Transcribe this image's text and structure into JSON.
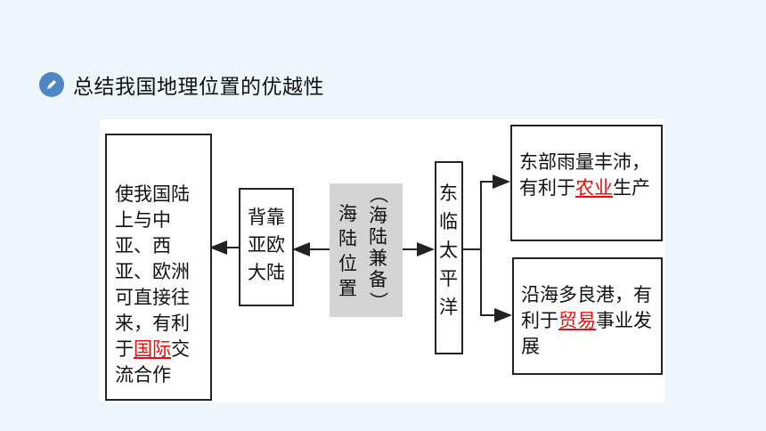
{
  "slide": {
    "title": "总结我国地理位置的优越性",
    "icon": "pencil-icon"
  },
  "diagram": {
    "left_box": {
      "text_before": "使我国陆上与中亚、西亚、欧洲可直接往来，有利于",
      "highlight": "国际",
      "text_after": "交流合作"
    },
    "back_box": [
      "背靠",
      "亚欧",
      "大陆"
    ],
    "center_box": {
      "col1": [
        "海",
        "陆",
        "位",
        "置"
      ],
      "col2": [
        "（",
        "海",
        "陆",
        "兼",
        "备",
        "）"
      ]
    },
    "east_box": [
      "东",
      "临",
      "太",
      "平",
      "洋"
    ],
    "top_right_box": {
      "text_before": "东部雨量丰沛，有利于",
      "highlight": "农业",
      "text_after": "生产"
    },
    "bottom_right_box": {
      "text_before": "沿海多良港，有利于",
      "highlight": "贸易",
      "text_after": "事业发展"
    },
    "colors": {
      "highlight": "#e01010",
      "center_fill": "#d4d4d4",
      "icon_circle": "#4f86c6"
    }
  }
}
